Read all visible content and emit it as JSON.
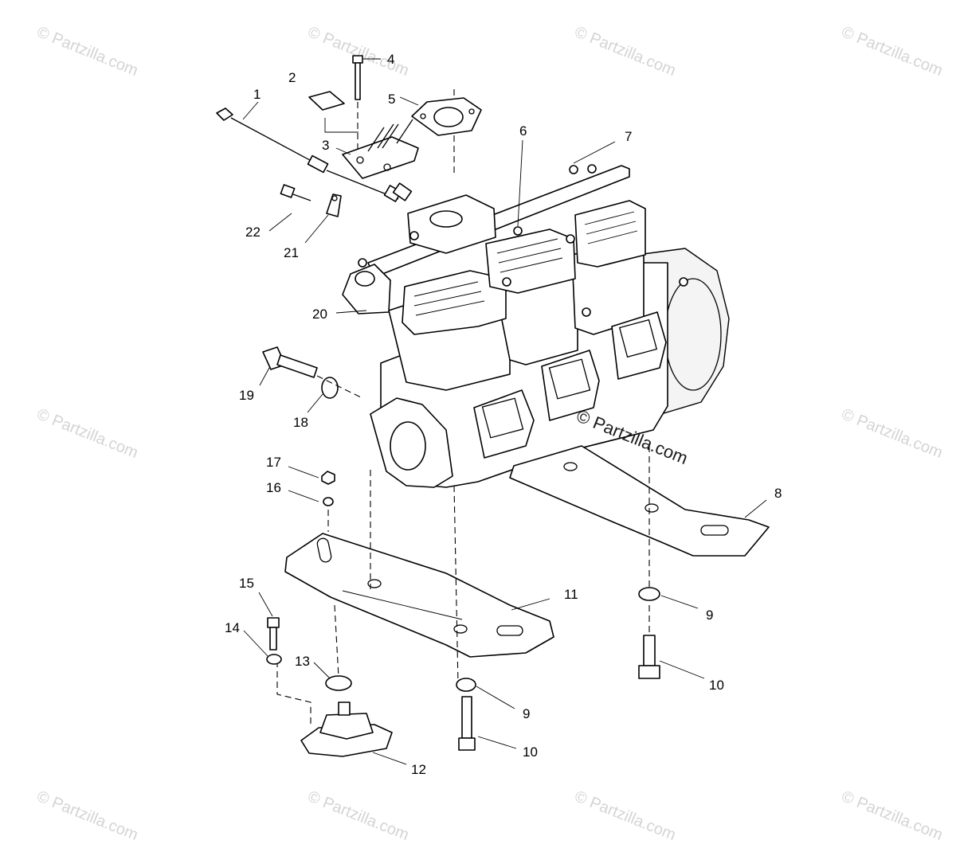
{
  "watermark": {
    "text": "© Partzilla.com",
    "center_text": "© Partzilla.com"
  },
  "callouts": [
    "1",
    "2",
    "3",
    "4",
    "5",
    "6",
    "7",
    "8",
    "9",
    "9",
    "10",
    "10",
    "11",
    "12",
    "13",
    "14",
    "15",
    "16",
    "17",
    "18",
    "19",
    "20",
    "21",
    "22"
  ]
}
